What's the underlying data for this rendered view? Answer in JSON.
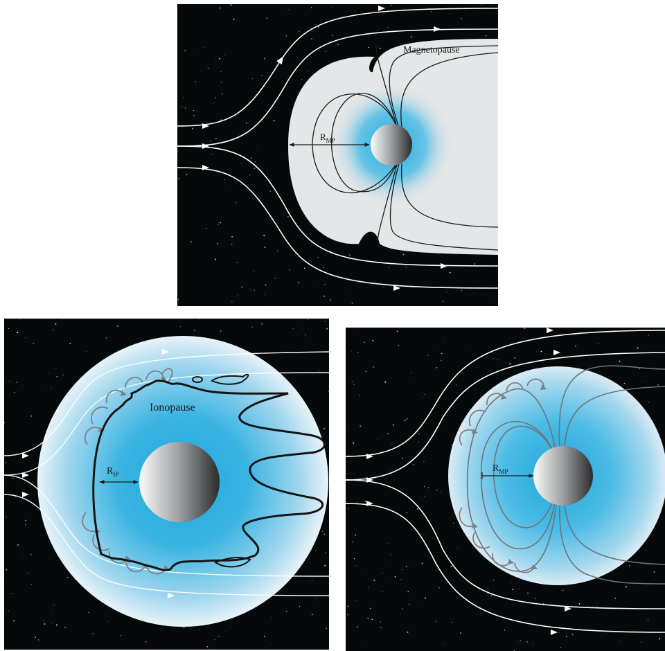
{
  "panels": {
    "top": {
      "boundary_label": "Magnetopause",
      "radius_label": {
        "main": "R",
        "subscript": "MP"
      }
    },
    "bottom_left": {
      "boundary_label": "Ionopause",
      "radius_label": {
        "main": "R",
        "subscript": "IP"
      }
    },
    "bottom_right": {
      "radius_label": {
        "main": "R",
        "subscript": "MP"
      }
    }
  },
  "colors": {
    "space": "#050909",
    "ionosphere": "#1fa8dc",
    "magnetosphere": "#e4e6e7",
    "flow_lines": "#ffffff",
    "field_lines_dark": "#1a1a1a",
    "field_lines_grey": "#6f7478",
    "pickup_arcs": "#7d8186"
  }
}
